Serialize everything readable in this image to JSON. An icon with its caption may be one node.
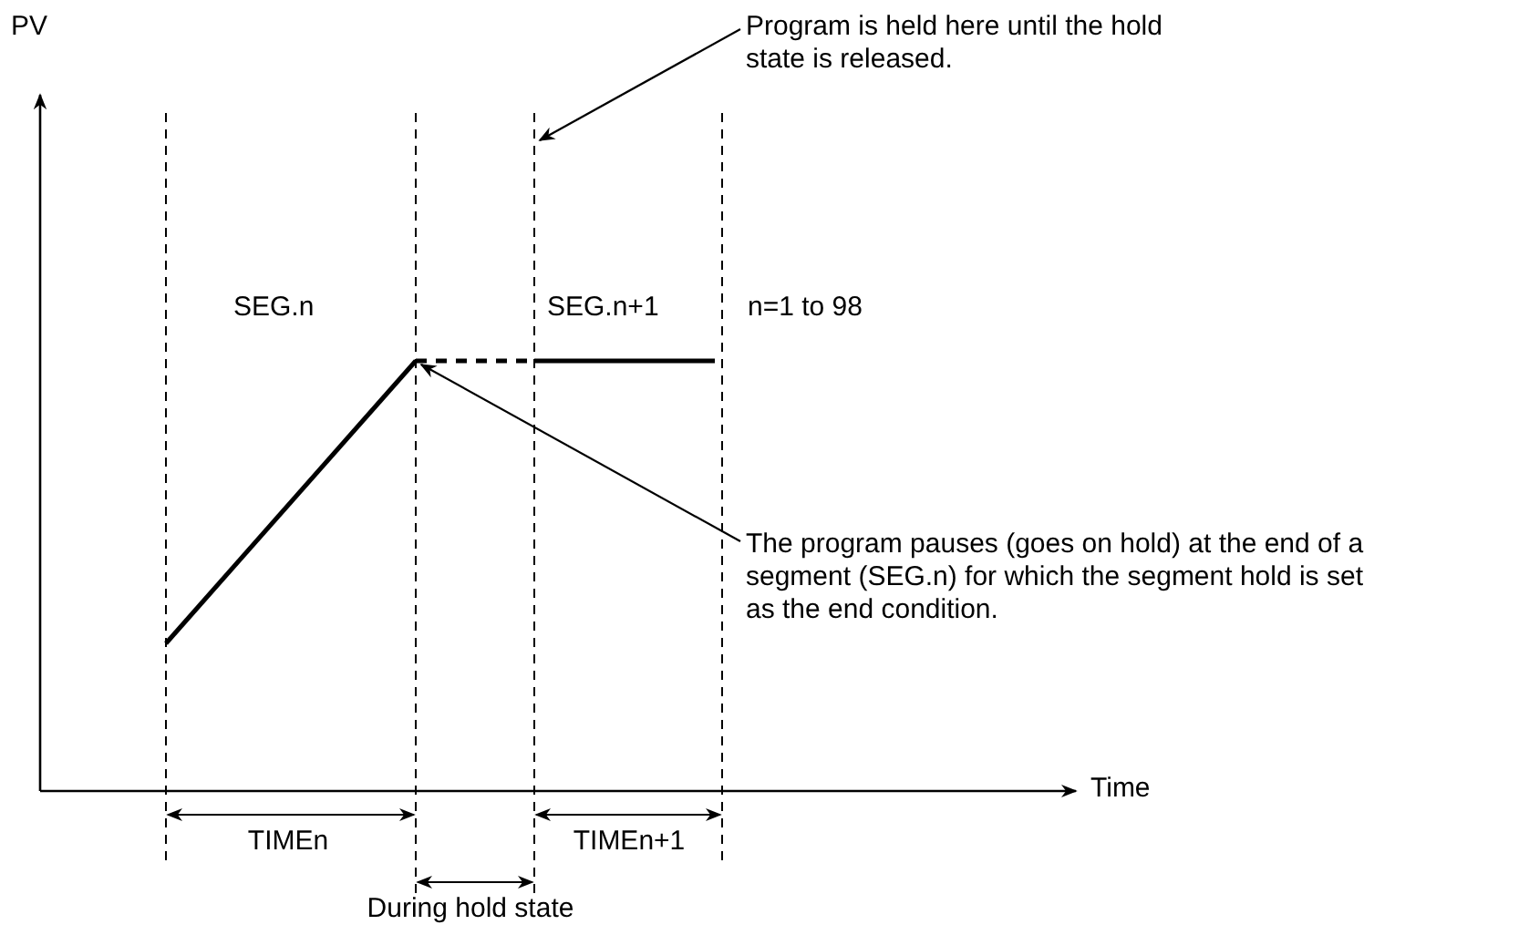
{
  "diagram": {
    "nodes": [
      {
        "text": [
          "Program is held here until the hold state is released."
        ]
      },
      {
        "text": [
          "The program pauses (goes on hold) at the end of a segment (SEG.n) for which the segment hold is set as the end condition."
        ]
      }
    ],
    "edges": [
      {
        "from": 0,
        "to": null,
        "arrow": "to"
      },
      {
        "from": 1,
        "to": null,
        "arrow": "to"
      }
    ],
    "labels": [
      "PV",
      "SEG.n",
      "SEG.n+1",
      "n=1 to 98",
      "Time",
      "TIMEn",
      "TIMEn+1",
      "During hold state"
    ]
  }
}
